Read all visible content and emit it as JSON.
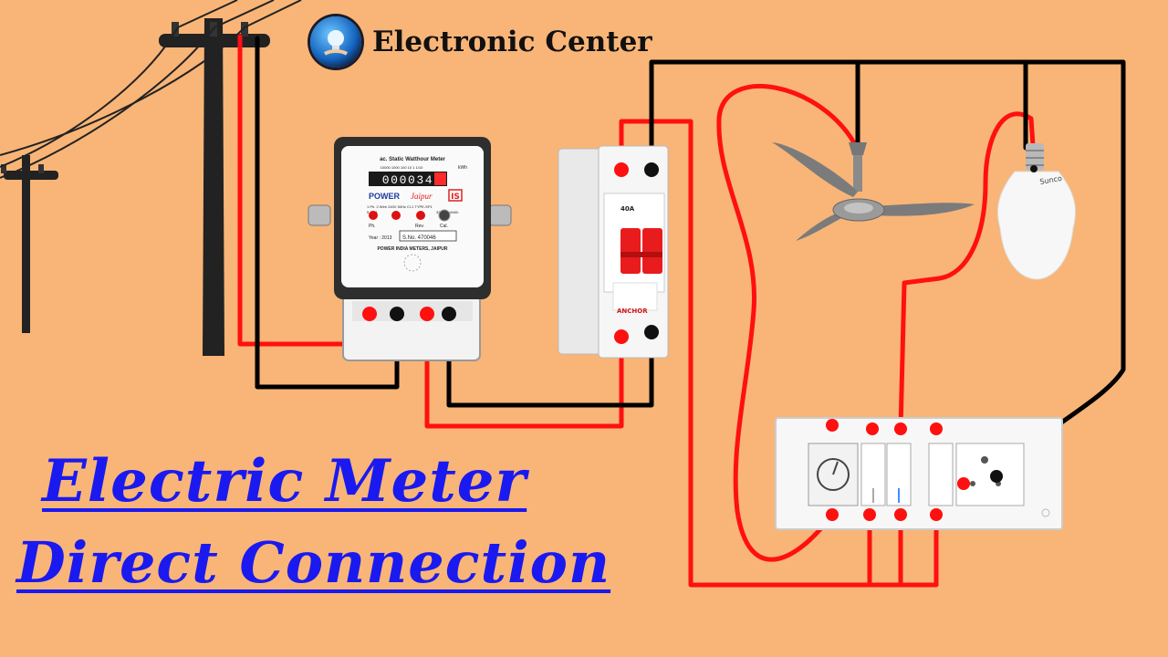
{
  "brand": {
    "name": "Electronic Center",
    "logo_icon": "bulb-hand-icon"
  },
  "title": {
    "line1": "Electric Meter",
    "line2": "Direct Connection"
  },
  "meter": {
    "header": "ac. Static Watthour Meter",
    "scale": "10000 1000 100 10 1 1/10",
    "unit": "kWh",
    "digits": "000034",
    "brand_left": "POWER",
    "brand_right": "Jaipur",
    "specs": "1 Ph. 2 Wire 240V 50Hz Cl-1 TYPE-SP1",
    "current": "5-30 A",
    "impulse": "3200imp/kWh",
    "ind_labels": [
      "Ph.",
      "Rev.",
      "Cal."
    ],
    "year": "Year : 2013",
    "serial": "S.No. 470046",
    "maker": "POWER INDIA METERS, JAIPUR"
  },
  "mcb": {
    "rating": "40A",
    "brand": "ANCHOR"
  },
  "bulb": {
    "brand": "Sunco"
  },
  "colors": {
    "background": "#f8b577",
    "phase_wire": "#ff1010",
    "neutral_wire": "#000000",
    "title": "#1a19f0"
  }
}
